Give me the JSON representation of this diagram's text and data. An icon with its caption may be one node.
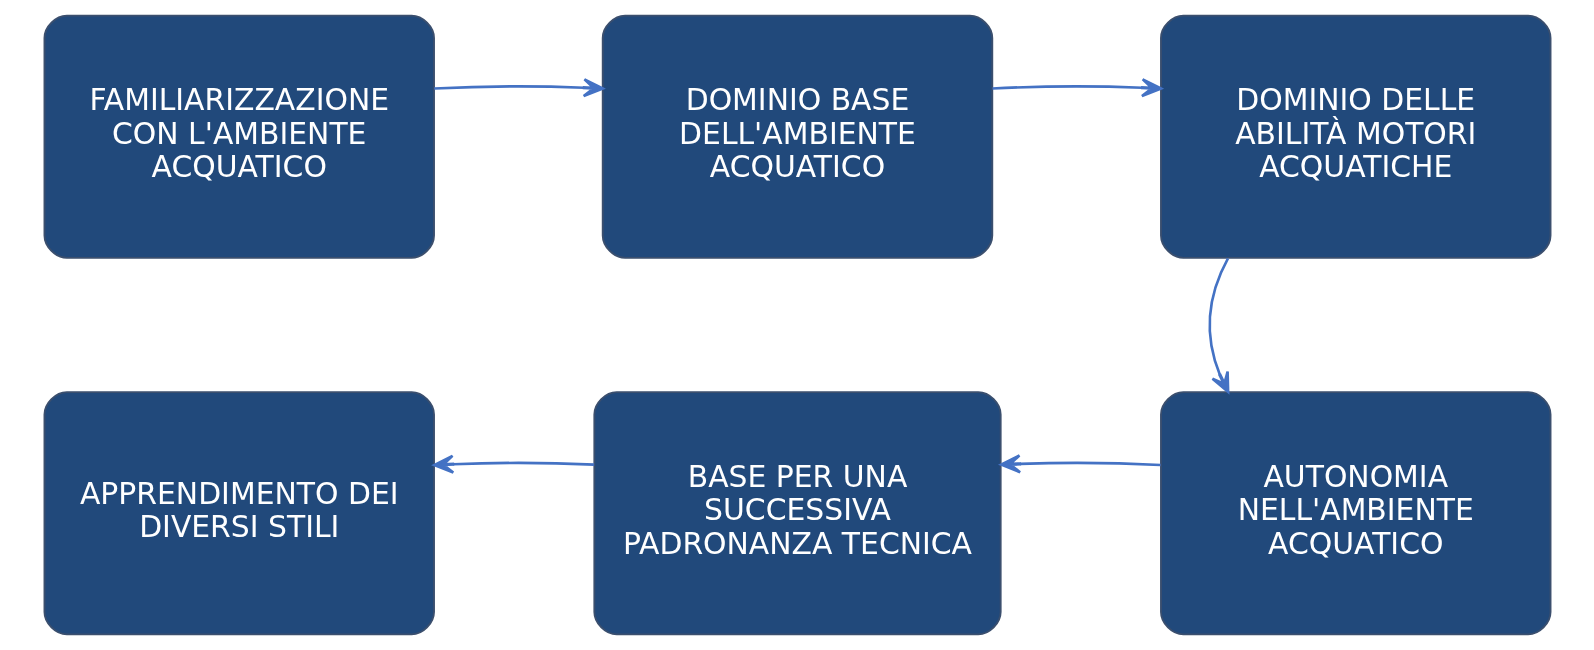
{
  "diagram": {
    "nodes": [
      {
        "text": [
          "FAMILIARIZZAZIONE CON L'AMBIENTE ACQUATICO"
        ]
      },
      {
        "text": [
          "DOMINIO BASE DELL'AMBIENTE ACQUATICO"
        ]
      },
      {
        "text": [
          "DOMINIO DELLE ABILITÀ MOTORI ACQUATICHE"
        ]
      },
      {
        "text": [
          "AUTONOMIA NELL'AMBIENTE ACQUATICO"
        ]
      },
      {
        "text": [
          "BASE PER UNA SUCCESSIVA PADRONANZA TECNICA"
        ]
      },
      {
        "text": [
          "APPRENDIMENTO DEI DIVERSI STILI"
        ]
      }
    ],
    "edges": [
      {
        "from": 0,
        "to": 1,
        "arrow": "to"
      },
      {
        "from": 1,
        "to": 2,
        "arrow": "to"
      },
      {
        "from": 2,
        "to": 3,
        "arrow": "to"
      },
      {
        "from": 3,
        "to": 4,
        "arrow": "to"
      },
      {
        "from": 4,
        "to": 5,
        "arrow": "to"
      }
    ]
  }
}
